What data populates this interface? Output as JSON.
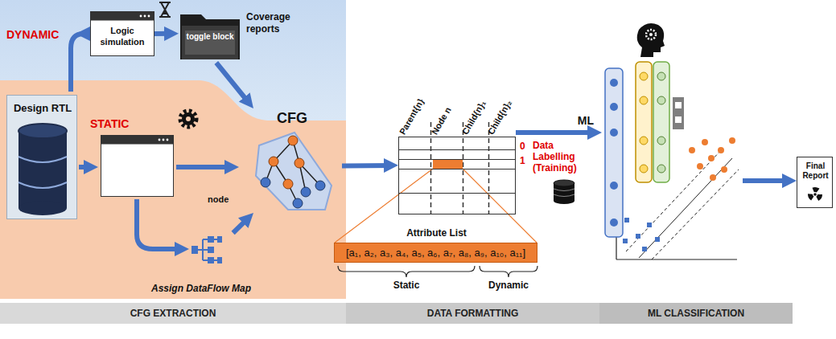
{
  "diagram": {
    "nodes": [
      {
        "text": [
          "Logic simulation"
        ]
      },
      {
        "text": [
          "Coverage reports",
          "toggle block"
        ]
      },
      {
        "text": [
          "Design RTL"
        ]
      },
      {
        "text": [
          "CFG"
        ]
      },
      {
        "text": [
          "Assign DataFlow Map"
        ]
      },
      {
        "text": [
          "Parent{n}",
          "Node n",
          "Child{n}₁",
          "Child{n}₂"
        ]
      },
      {
        "text": [
          "Attribute List",
          "[a₁, a₂, a₃, a₄, a₅, a₆, a₇, a₈, a₉, a₁₀, a₁₁]"
        ]
      },
      {
        "text": [
          "ML"
        ]
      },
      {
        "text": [
          "Final Report"
        ]
      },
      {
        "text": [
          "CFG EXTRACTION"
        ]
      },
      {
        "text": [
          "DATA FORMATTING"
        ]
      },
      {
        "text": [
          "ML CLASSIFICATION"
        ]
      }
    ],
    "edges": [
      {
        "from": 0,
        "to": 1,
        "arrow": "to"
      },
      {
        "from": 1,
        "to": 3,
        "arrow": "to"
      },
      {
        "from": 4,
        "to": 3,
        "arrow": "to"
      },
      {
        "from": 3,
        "to": 5,
        "arrow": "to"
      },
      {
        "from": 5,
        "to": 7,
        "arrow": "to"
      },
      {
        "from": 7,
        "to": 8,
        "arrow": "to"
      }
    ],
    "labels": [
      "DYNAMIC",
      "STATIC",
      "node",
      "0",
      "1",
      "Data Labelling (Training)",
      "Static",
      "Dynamic"
    ]
  }
}
